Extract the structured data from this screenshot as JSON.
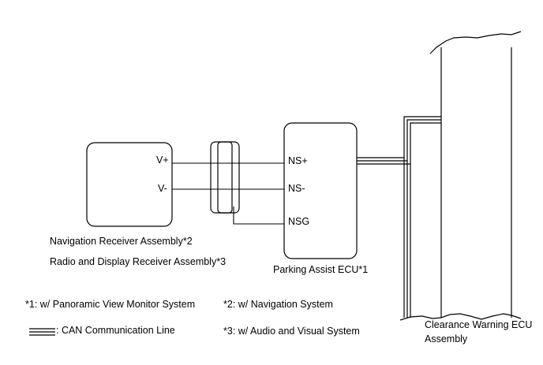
{
  "components": {
    "nav_receiver": {
      "label_line1": "Navigation Receiver Assembly*2",
      "label_line2": "Radio and Display Receiver Assembly*3",
      "pin_vplus": "V+",
      "pin_vminus": "V-"
    },
    "parking_ecu": {
      "label": "Parking Assist ECU*1",
      "pin_nsplus": "NS+",
      "pin_nsminus": "NS-",
      "pin_nsg": "NSG"
    },
    "clearance_ecu": {
      "label_line1": "Clearance Warning ECU",
      "label_line2": "Assembly"
    }
  },
  "legend": {
    "note1": "*1: w/ Panoramic View Monitor System",
    "note2": "*2: w/ Navigation System",
    "note3": "*3: w/ Audio and Visual System",
    "can_line": ": CAN Communication Line"
  }
}
